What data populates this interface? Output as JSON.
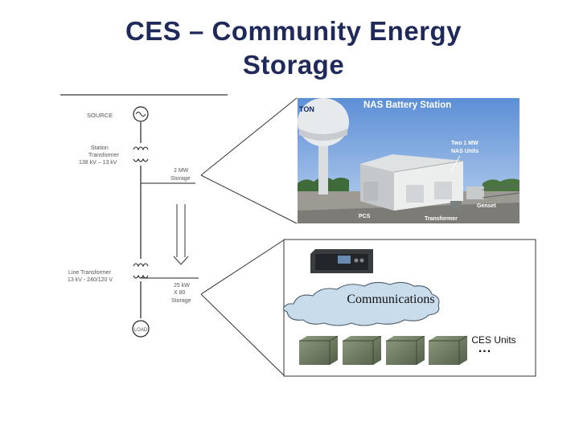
{
  "title": {
    "line1": "CES – Community Energy",
    "line2": "Storage"
  },
  "one_line": {
    "source": "SOURCE",
    "station_transformer": [
      "Station",
      "Transformer",
      "138 kV – 13 kV"
    ],
    "storage_2mw": [
      "2 MW",
      "Storage"
    ],
    "line_transformer": [
      "Line Transformer",
      "13 kV - 240/120 V"
    ],
    "storage_25kw": [
      "25 kW",
      "X 80",
      "Storage"
    ],
    "load": "LOAD"
  },
  "photo": {
    "header": "NAS Battery Station",
    "tower_text": "TON",
    "callout_units": [
      "Two 1 MW",
      "NAS Units"
    ],
    "genset": "Genset",
    "pcs": "PCS",
    "transformer": "Transformer"
  },
  "comm": {
    "label": "Communications",
    "ces_units": "CES Units",
    "dots": "..."
  },
  "colors": {
    "title": "#1f2a5a",
    "photo_header": "#0a2a6a",
    "cabinet": "#6f7d62"
  },
  "icons": {
    "source": "ac-source-icon",
    "transformer": "transformer-coil-icon",
    "controller": "controller-device-icon",
    "cloud": "cloud-icon",
    "ces_unit": "battery-cabinet-icon"
  }
}
